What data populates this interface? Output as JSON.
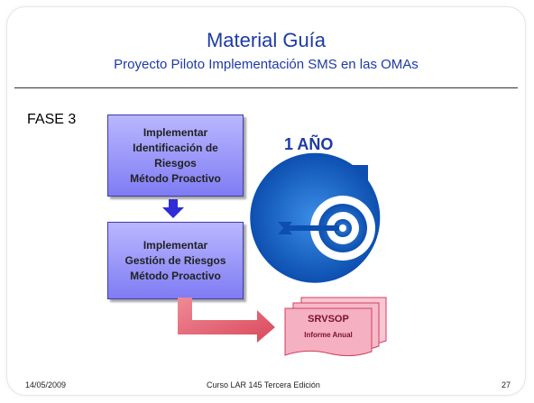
{
  "slide": {
    "title": "Material Guía",
    "subtitle": "Proyecto Piloto Implementación SMS en las OMAs",
    "phase_label": "FASE 3",
    "duration_label": "1 AÑO",
    "steps": [
      {
        "lines": [
          "Implementar",
          "Identificación de",
          "Riesgos",
          "Método Proactivo"
        ]
      },
      {
        "lines": [
          "Implementar",
          "Gestión de Riesgos",
          "Método Proactivo"
        ]
      }
    ],
    "document_stack": {
      "title": "SRVSOP",
      "subtitle": "Informe Anual"
    },
    "footer": {
      "date": "14/05/2009",
      "course": "Curso LAR 145 Tercera Edición",
      "page": "27"
    }
  },
  "colors": {
    "title": "#1d3aa6",
    "box_fill": "#8e8bf6",
    "flow_arrow": "#e05a6a",
    "doc_fill": "#f6b2c4",
    "target": "#1666c8"
  },
  "icons": {
    "down_arrow": "down-arrow-icon",
    "bend_arrow": "bent-arrow-icon",
    "target": "target-with-arrow-icon",
    "documents": "document-stack-icon"
  }
}
